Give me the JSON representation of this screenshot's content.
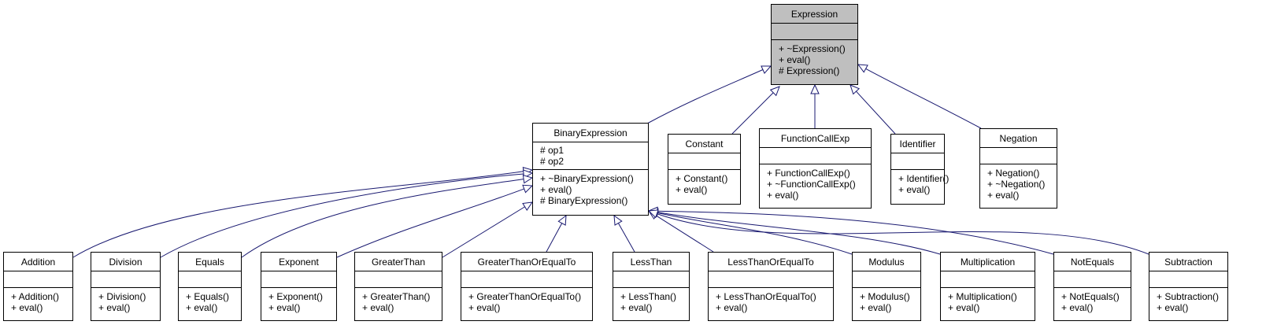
{
  "diagram": {
    "line_color": "#191970",
    "root_fill": "#bfbfbf",
    "classes": [
      {
        "id": "expression",
        "name": "Expression",
        "attributes": [],
        "operations": [
          "+ ~Expression()",
          "+ eval()",
          "# Expression()"
        ]
      },
      {
        "id": "binary-expression",
        "name": "BinaryExpression",
        "attributes": [
          "# op1",
          "# op2"
        ],
        "operations": [
          "+ ~BinaryExpression()",
          "+ eval()",
          "# BinaryExpression()"
        ]
      },
      {
        "id": "constant",
        "name": "Constant",
        "attributes": [],
        "operations": [
          "+ Constant()",
          "+ eval()"
        ]
      },
      {
        "id": "function-call-exp",
        "name": "FunctionCallExp",
        "attributes": [],
        "operations": [
          "+ FunctionCallExp()",
          "+ ~FunctionCallExp()",
          "+ eval()"
        ]
      },
      {
        "id": "identifier",
        "name": "Identifier",
        "attributes": [],
        "operations": [
          "+ Identifier()",
          "+ eval()"
        ]
      },
      {
        "id": "negation",
        "name": "Negation",
        "attributes": [],
        "operations": [
          "+ Negation()",
          "+ ~Negation()",
          "+ eval()"
        ]
      },
      {
        "id": "addition",
        "name": "Addition",
        "attributes": [],
        "operations": [
          "+ Addition()",
          "+ eval()"
        ]
      },
      {
        "id": "division",
        "name": "Division",
        "attributes": [],
        "operations": [
          "+ Division()",
          "+ eval()"
        ]
      },
      {
        "id": "equals",
        "name": "Equals",
        "attributes": [],
        "operations": [
          "+ Equals()",
          "+ eval()"
        ]
      },
      {
        "id": "exponent",
        "name": "Exponent",
        "attributes": [],
        "operations": [
          "+ Exponent()",
          "+ eval()"
        ]
      },
      {
        "id": "greater-than",
        "name": "GreaterThan",
        "attributes": [],
        "operations": [
          "+ GreaterThan()",
          "+ eval()"
        ]
      },
      {
        "id": "greater-than-or-equal-to",
        "name": "GreaterThanOrEqualTo",
        "attributes": [],
        "operations": [
          "+ GreaterThanOrEqualTo()",
          "+ eval()"
        ]
      },
      {
        "id": "less-than",
        "name": "LessThan",
        "attributes": [],
        "operations": [
          "+ LessThan()",
          "+ eval()"
        ]
      },
      {
        "id": "less-than-or-equal-to",
        "name": "LessThanOrEqualTo",
        "attributes": [],
        "operations": [
          "+ LessThanOrEqualTo()",
          "+ eval()"
        ]
      },
      {
        "id": "modulus",
        "name": "Modulus",
        "attributes": [],
        "operations": [
          "+ Modulus()",
          "+ eval()"
        ]
      },
      {
        "id": "multiplication",
        "name": "Multiplication",
        "attributes": [],
        "operations": [
          "+ Multiplication()",
          "+ eval()"
        ]
      },
      {
        "id": "not-equals",
        "name": "NotEquals",
        "attributes": [],
        "operations": [
          "+ NotEquals()",
          "+ eval()"
        ]
      },
      {
        "id": "subtraction",
        "name": "Subtraction",
        "attributes": [],
        "operations": [
          "+ Subtraction()",
          "+ eval()"
        ]
      }
    ],
    "inheritance": [
      {
        "child": "binary-expression",
        "parent": "expression"
      },
      {
        "child": "constant",
        "parent": "expression"
      },
      {
        "child": "function-call-exp",
        "parent": "expression"
      },
      {
        "child": "identifier",
        "parent": "expression"
      },
      {
        "child": "negation",
        "parent": "expression"
      },
      {
        "child": "addition",
        "parent": "binary-expression"
      },
      {
        "child": "division",
        "parent": "binary-expression"
      },
      {
        "child": "equals",
        "parent": "binary-expression"
      },
      {
        "child": "exponent",
        "parent": "binary-expression"
      },
      {
        "child": "greater-than",
        "parent": "binary-expression"
      },
      {
        "child": "greater-than-or-equal-to",
        "parent": "binary-expression"
      },
      {
        "child": "less-than",
        "parent": "binary-expression"
      },
      {
        "child": "less-than-or-equal-to",
        "parent": "binary-expression"
      },
      {
        "child": "modulus",
        "parent": "binary-expression"
      },
      {
        "child": "multiplication",
        "parent": "binary-expression"
      },
      {
        "child": "not-equals",
        "parent": "binary-expression"
      },
      {
        "child": "subtraction",
        "parent": "binary-expression"
      }
    ]
  }
}
